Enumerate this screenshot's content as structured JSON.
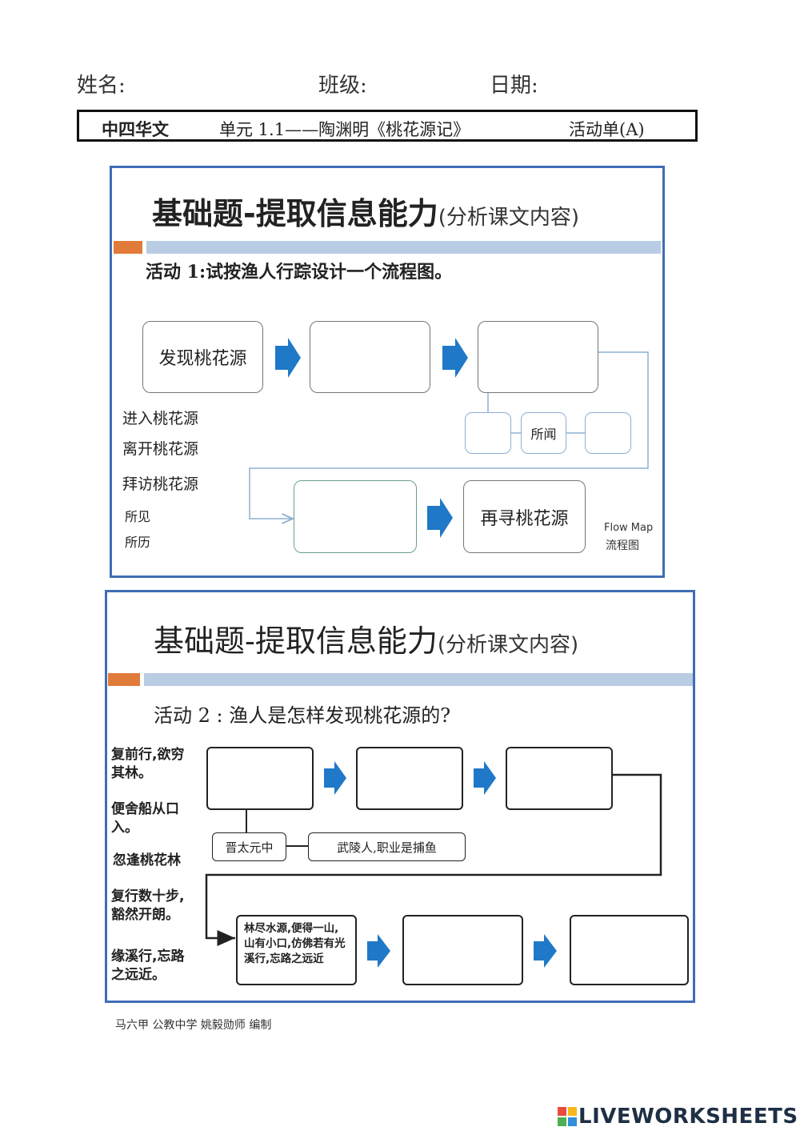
{
  "header": {
    "name_label": "姓名:",
    "class_label": "班级:",
    "date_label": "日期:"
  },
  "titlebar": {
    "course": "中四华文",
    "unit": "单元 1.1——陶渊明《桃花源记》",
    "sheet": "活动单(A)"
  },
  "section1": {
    "title": "基础题-提取信息能力",
    "subtitle": "(分析课文内容)",
    "activity": "活动 1:试按渔人行踪设计一个流程图。",
    "boxes": [
      "发现桃花源",
      "",
      "",
      "",
      "再寻桃花源"
    ],
    "small_boxes": [
      "",
      "所闻",
      ""
    ],
    "options": [
      "进入桃花源",
      "离开桃花源",
      "拜访桃花源",
      "所见",
      "所历"
    ],
    "flow_map_en": "Flow Map",
    "flow_map_zh": "流程图"
  },
  "section2": {
    "title": "基础题-提取信息能力",
    "subtitle": "(分析课文内容)",
    "activity": "活动 2 : 渔人是怎样发现桃花源的?",
    "boxes": [
      "",
      "",
      "",
      "林尽水源,便得一山,山有小口,仿佛若有光溪行,忘路之远近",
      "",
      ""
    ],
    "info_boxes": [
      "晋太元中",
      "武陵人,职业是捕鱼"
    ],
    "options": [
      "复前行,欲穷其林。",
      "便舍船从口入。",
      "忽逢桃花林",
      "复行数十步,豁然开朗。",
      "缘溪行,忘路之远近。"
    ]
  },
  "footer": {
    "credit": "马六甲 公教中学 姚毅勋师 编制"
  },
  "brand": {
    "name": "LIVEWORKSHEETS",
    "colors": [
      "#e94b3c",
      "#f6b81a",
      "#4caf50",
      "#2f8fd8"
    ]
  },
  "colors": {
    "panel_border": "#3f6db6",
    "bar_blue": "#b8cce4",
    "bar_orange": "#e07b39",
    "arrow": "#1f78c8"
  }
}
